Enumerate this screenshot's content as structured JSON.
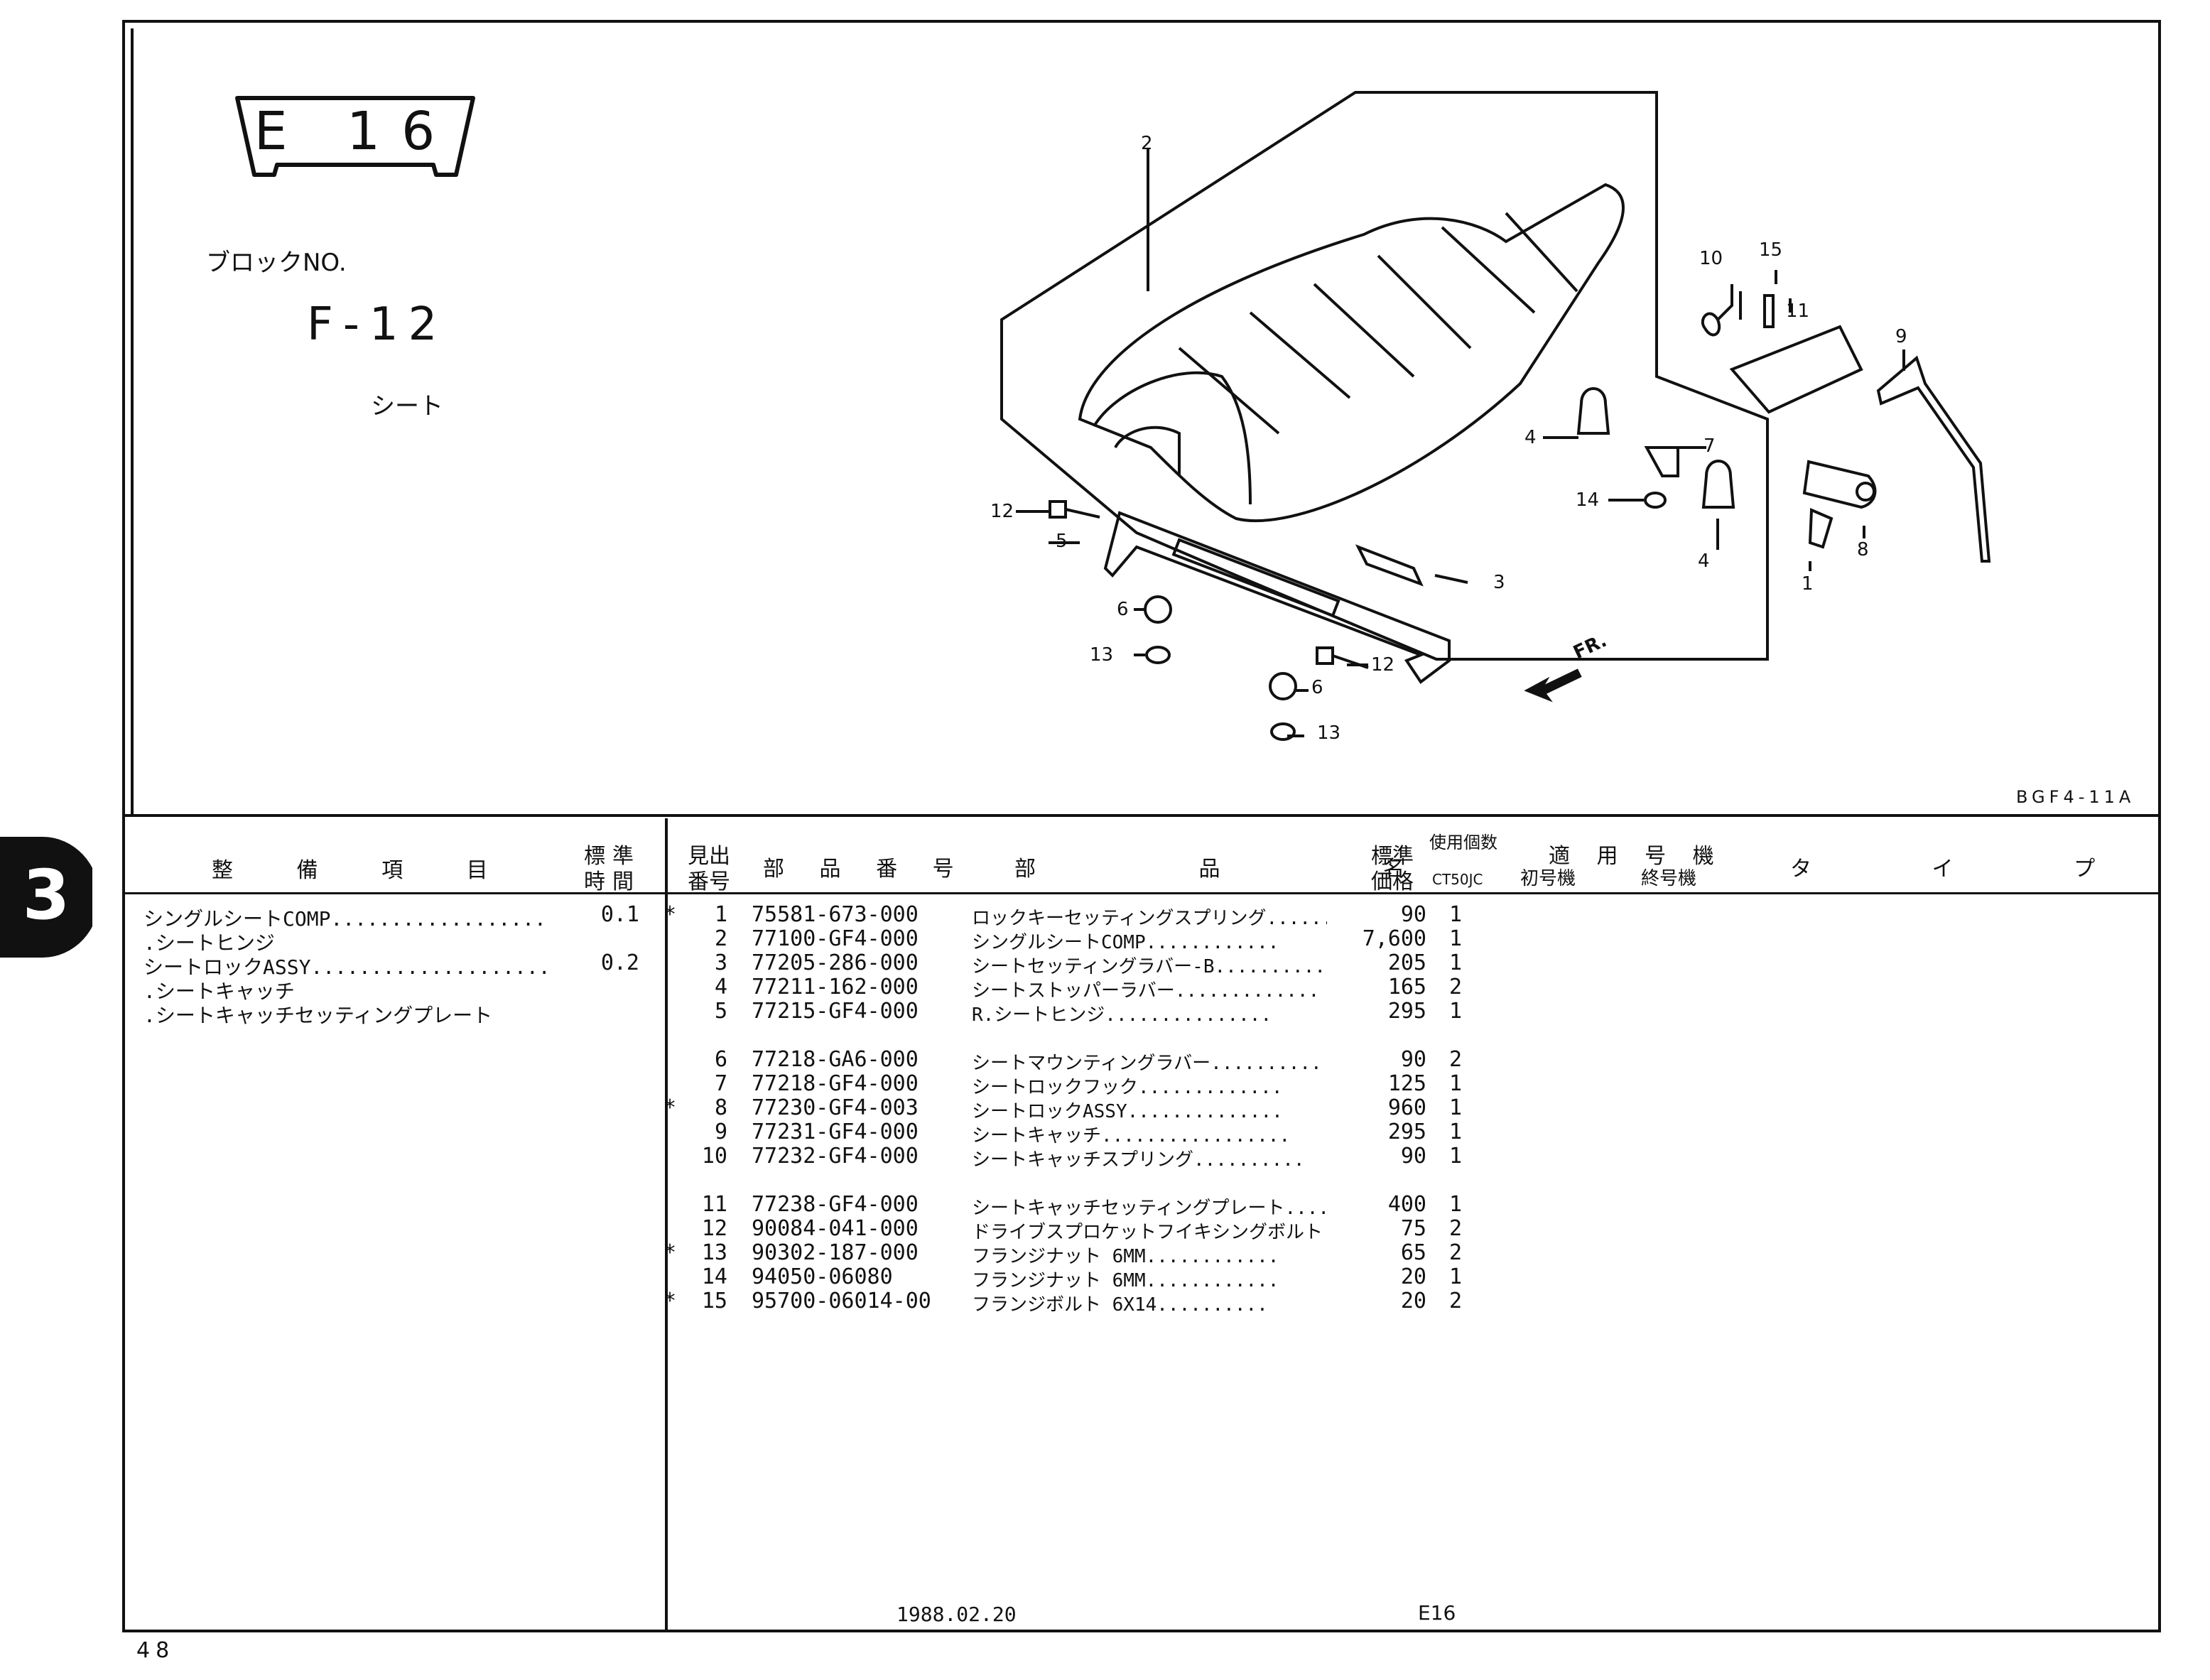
{
  "badge": "E 16",
  "block_label": "ブロックNO.",
  "block_no": "F-12",
  "block_name": "シート",
  "diagram_code": "BGF4-11A",
  "front_mark": "FR.",
  "callouts": [
    "1",
    "2",
    "3",
    "4",
    "4",
    "5",
    "6",
    "6",
    "7",
    "8",
    "9",
    "10",
    "11",
    "12",
    "12",
    "13",
    "13",
    "14",
    "15"
  ],
  "maintenance": {
    "headers": {
      "item": "整 備 項 目",
      "time_top": "標準",
      "time_bottom": "時間"
    },
    "rows": [
      {
        "label": "シングルシートCOMP..................",
        "time": "0.1"
      },
      {
        "label": ".シートヒンジ",
        "time": ""
      },
      {
        "label": "シートロックASSY....................",
        "time": "0.2"
      },
      {
        "label": ".シートキャッチ",
        "time": ""
      },
      {
        "label": ".シートキャッチセッティングプレート",
        "time": ""
      }
    ]
  },
  "parts": {
    "headers": {
      "ref_top": "見出",
      "ref_bottom": "番号",
      "part_no": "部 品 番 号",
      "part_name": "部 品 名",
      "price_top": "標準",
      "price_bottom": "価格",
      "qty_top": "使用個数",
      "qty_bottom": "CT50JC",
      "serial_top": "適 用 号 機",
      "serial_from": "初号機",
      "serial_to": "終号機",
      "type": "タ イ プ"
    },
    "rows": [
      {
        "star": "*",
        "ref": "1",
        "pn": "75581-673-000",
        "name": "ロックキーセッティングスプリング......",
        "price": "90",
        "qty": "1"
      },
      {
        "star": "",
        "ref": "2",
        "pn": "77100-GF4-000",
        "name": "シングルシートCOMP............",
        "price": "7,600",
        "qty": "1"
      },
      {
        "star": "",
        "ref": "3",
        "pn": "77205-286-000",
        "name": "シートセッティングラバー-B..........",
        "price": "205",
        "qty": "1"
      },
      {
        "star": "",
        "ref": "4",
        "pn": "77211-162-000",
        "name": "シートストッパーラバー.............",
        "price": "165",
        "qty": "2"
      },
      {
        "star": "",
        "ref": "5",
        "pn": "77215-GF4-000",
        "name": "R.シートヒンジ...............",
        "price": "295",
        "qty": "1"
      },
      {
        "star": "",
        "ref": "6",
        "pn": "77218-GA6-000",
        "name": "シートマウンティングラバー..........",
        "price": "90",
        "qty": "2"
      },
      {
        "star": "",
        "ref": "7",
        "pn": "77218-GF4-000",
        "name": "シートロックフック.............",
        "price": "125",
        "qty": "1"
      },
      {
        "star": "*",
        "ref": "8",
        "pn": "77230-GF4-003",
        "name": "シートロックASSY..............",
        "price": "960",
        "qty": "1"
      },
      {
        "star": "",
        "ref": "9",
        "pn": "77231-GF4-000",
        "name": "シートキャッチ.................",
        "price": "295",
        "qty": "1"
      },
      {
        "star": "",
        "ref": "10",
        "pn": "77232-GF4-000",
        "name": "シートキャッチスプリング..........",
        "price": "90",
        "qty": "1"
      },
      {
        "star": "",
        "ref": "11",
        "pn": "77238-GF4-000",
        "name": "シートキャッチセッティングプレート......",
        "price": "400",
        "qty": "1"
      },
      {
        "star": "",
        "ref": "12",
        "pn": "90084-041-000",
        "name": "ドライブスプロケットフイキシングボルト.",
        "price": "75",
        "qty": "2"
      },
      {
        "star": "*",
        "ref": "13",
        "pn": "90302-187-000",
        "name": "フランジナット 6MM............",
        "price": "65",
        "qty": "2"
      },
      {
        "star": "",
        "ref": "14",
        "pn": "94050-06080",
        "name": "フランジナット 6MM............",
        "price": "20",
        "qty": "1"
      },
      {
        "star": "*",
        "ref": "15",
        "pn": "95700-06014-00",
        "name": "フランジボルト 6X14..........",
        "price": "20",
        "qty": "2"
      }
    ]
  },
  "footer": {
    "date": "1988.02.20",
    "code": "E16",
    "page": "48"
  },
  "side_tab": "3"
}
